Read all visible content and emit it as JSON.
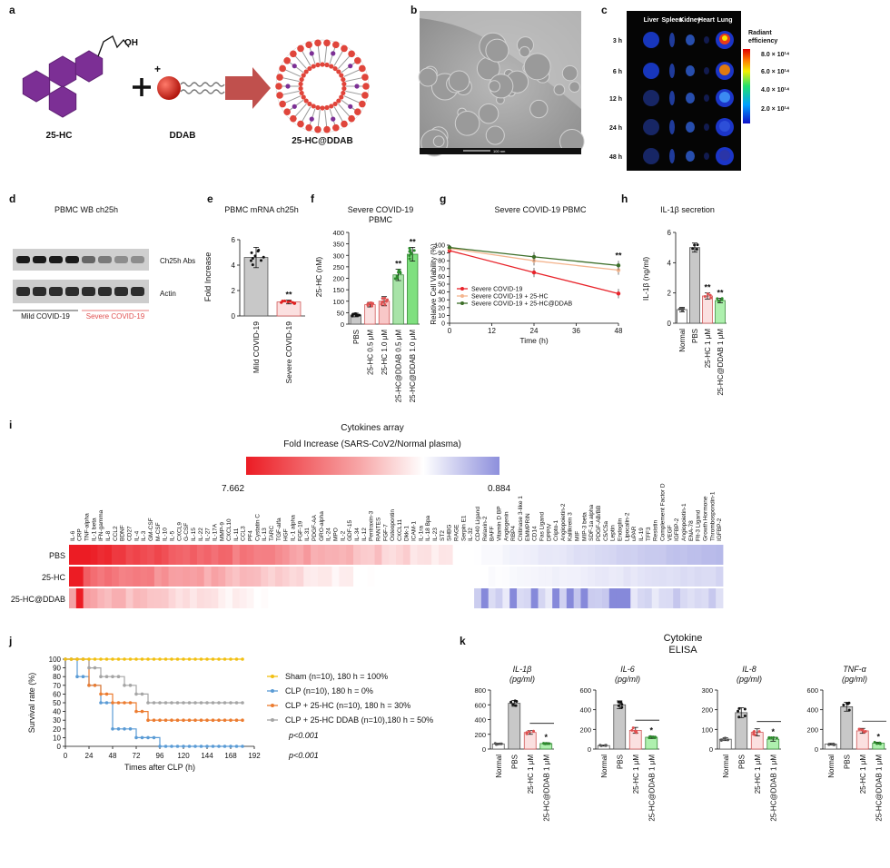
{
  "figure": {
    "panel_letters": [
      "a",
      "b",
      "c",
      "d",
      "e",
      "f",
      "g",
      "h",
      "i",
      "j",
      "k"
    ],
    "a": {
      "oh": "OH",
      "plus_charge": "+",
      "label_25hc": "25-HC",
      "label_ddab": "DDAB",
      "label_complex": "25-HC@DDAB"
    },
    "b": {
      "scale_label": "100 nm"
    },
    "c": {
      "organs": [
        "Liver",
        "Spleen",
        "Kidney",
        "Heart",
        "Lung"
      ],
      "times": [
        "3 h",
        "6 h",
        "12 h",
        "24 h",
        "48 h"
      ],
      "colorbar_title": "Radiant efficiency",
      "colorbar_ticks": [
        "8.0 × 10¹⁴",
        "6.0 × 10¹⁴",
        "4.0 × 10¹⁴",
        "2.0 × 10¹⁴"
      ]
    },
    "d": {
      "title": "PBMC WB ch25h",
      "band1": "Ch25h Abs",
      "band2": "Actin",
      "group1": "Mild COVID-19",
      "group2": "Severe COVID-19"
    },
    "i": {
      "title": "Cytokines array",
      "subtitle": "Fold Increase (SARS-CoV2/Normal plasma)",
      "max_label": "7.662",
      "min_label": "0.884",
      "rows": [
        "PBS",
        "25-HC",
        "25-HC@DDAB"
      ],
      "genes": [
        "IL-6",
        "CRP",
        "TNF-alpha",
        "IL-1 beta",
        "IFN-gamma",
        "IL-8",
        "CCL2",
        "BDNF",
        "CD27",
        "IL-4",
        "IL-3",
        "GM-CSF",
        "M-CSF",
        "IL-10",
        "IL-5",
        "CXCL9",
        "G-CSF",
        "IL-15",
        "IL-22",
        "IL-27",
        "IL-17A",
        "MMP-9",
        "CXCL10",
        "IL-11",
        "CCL3",
        "PF4",
        "Cystatin C",
        "IL-13",
        "TARC",
        "TGF-alfa",
        "HGF",
        "IL-1 alpha",
        "FGF-19",
        "IL-31",
        "PDGF-AA",
        "GRO-alpha",
        "IL-24",
        "MPO",
        "IL-2",
        "GDF-15",
        "IL-34",
        "IL-12",
        "Pentraxin-3",
        "RANTES",
        "FGF-7",
        "Osteopontin",
        "CXCL11",
        "Dkk-1",
        "ICAM-1",
        "IL-1ra",
        "IL-18 Bpa",
        "IL-23",
        "ST2",
        "SHBG",
        "RAGE",
        "Serpin E1",
        "IL-32",
        "CD40 Ligand",
        "Relaxin-2",
        "BAFF",
        "Vitamin D BP",
        "Angiogenin",
        "RBP4",
        "Chitinase 3-like 1",
        "EMMPRIN",
        "CD14",
        "Fas Ligand",
        "DPPIV",
        "Cripto-1",
        "Angiopoietin-2",
        "Kallikrein 3",
        "MIF",
        "MIP-3 beta",
        "SDF-1a alpha",
        "PDGF-AB/BB",
        "C5/C5a",
        "Leptin",
        "Endoglin",
        "Lipocalin-2",
        "uPAR",
        "IL-19",
        "TFF3",
        "Resistin",
        "Complement Factor D",
        "VEGF",
        "IGFBP-2",
        "Angiopoietin-1",
        "ENA-78",
        "Flt-3 Ligand",
        "Growth Hormone",
        "Thrombospondin-1",
        "IGFBP-2"
      ]
    },
    "k": {
      "title1": "Cytokine",
      "title2": "ELISA"
    }
  },
  "chart_data": [
    {
      "panel": "e",
      "type": "bar",
      "title": "PBMC mRNA ch25h",
      "ylabel": "Fold Increase",
      "categories": [
        "Mild COVID-19",
        "Severe COVID-19"
      ],
      "values": [
        4.6,
        1.1
      ],
      "errors": [
        0.8,
        0.15
      ],
      "ylim": [
        0,
        6
      ],
      "yticks": [
        0,
        2,
        4,
        6
      ],
      "significance": [
        "",
        "**"
      ]
    },
    {
      "panel": "f",
      "type": "bar",
      "title": "Severe COVID-19",
      "subtitle": "PBMC",
      "ylabel": "25-HC (nM)",
      "categories": [
        "PBS",
        "25-HC 0.5 μM",
        "25-HC 1.0 μM",
        "25-HC@DDAB 0.5 μM",
        "25-HC@DDAB 1.0 μM"
      ],
      "values": [
        40,
        85,
        100,
        215,
        305
      ],
      "errors": [
        8,
        10,
        20,
        25,
        30
      ],
      "ylim": [
        0,
        400
      ],
      "yticks": [
        0,
        50,
        100,
        150,
        200,
        250,
        300,
        350,
        400
      ],
      "significance": [
        "",
        "",
        "",
        "**",
        "**"
      ]
    },
    {
      "panel": "g",
      "type": "line",
      "title": "Severe COVID-19 PBMC",
      "xlabel": "Time (h)",
      "ylabel": "Relative Cell Viability (%)",
      "x": [
        0,
        24,
        48
      ],
      "xlim": [
        0,
        48
      ],
      "xticks": [
        0,
        12,
        24,
        36,
        48
      ],
      "ylim": [
        0,
        100
      ],
      "yticks": [
        0,
        10,
        20,
        30,
        40,
        50,
        60,
        70,
        80,
        90,
        100
      ],
      "series": [
        {
          "name": "Severe COVID-19",
          "values": [
            93,
            65,
            38
          ],
          "color": "#e8232a"
        },
        {
          "name": "Severe COVID-19 + 25-HC",
          "values": [
            96,
            80,
            68
          ],
          "color": "#f4b58f"
        },
        {
          "name": "Severe COVID-19 + 25-HC@DDAB",
          "values": [
            97,
            85,
            74
          ],
          "color": "#3c6e28"
        }
      ],
      "annotation": "**"
    },
    {
      "panel": "h",
      "type": "bar",
      "title": "IL-1β secretion",
      "ylabel": "IL-1β (ng/ml)",
      "categories": [
        "Normal",
        "PBS",
        "25-HC 1 μM",
        "25-HC@DDAB 1 μM"
      ],
      "values": [
        0.9,
        5.0,
        1.8,
        1.5
      ],
      "errors": [
        0.15,
        0.3,
        0.2,
        0.15
      ],
      "ylim": [
        0,
        6
      ],
      "yticks": [
        0,
        2,
        4,
        6
      ],
      "significance": [
        "",
        "",
        "**",
        "**"
      ]
    },
    {
      "panel": "i",
      "type": "heatmap",
      "title": "Cytokines array",
      "colorscale": {
        "max": 7.662,
        "min": 0.884
      }
    },
    {
      "panel": "j",
      "type": "line",
      "xlabel": "Times after CLP (h)",
      "ylabel": "Survival rate (%)",
      "xlim": [
        0,
        192
      ],
      "xticks": [
        0,
        24,
        48,
        72,
        96,
        120,
        144,
        168,
        192
      ],
      "ylim": [
        0,
        100
      ],
      "yticks": [
        0,
        10,
        20,
        30,
        40,
        50,
        60,
        70,
        80,
        90,
        100
      ],
      "series": [
        {
          "name": "Sham (n=10), 180 h = 100%",
          "color": "#f2c012",
          "times": [
            0,
            180
          ],
          "values": [
            100,
            100
          ]
        },
        {
          "name": "CLP (n=10), 180 h = 0%",
          "color": "#5a9bd5",
          "times": [
            0,
            12,
            24,
            36,
            48,
            60,
            72,
            84,
            96,
            180
          ],
          "values": [
            100,
            80,
            70,
            50,
            20,
            20,
            10,
            10,
            0,
            0
          ]
        },
        {
          "name": "CLP + 25-HC (n=10), 180 h = 30%",
          "color": "#ec7c30",
          "times": [
            0,
            24,
            36,
            48,
            60,
            72,
            84,
            180
          ],
          "values": [
            100,
            70,
            60,
            50,
            50,
            40,
            30,
            30
          ]
        },
        {
          "name": "CLP + 25-HC DDAB (n=10),180 h = 50%",
          "color": "#a5a5a5",
          "times": [
            0,
            24,
            36,
            60,
            72,
            84,
            180
          ],
          "values": [
            100,
            90,
            80,
            70,
            60,
            50,
            50
          ]
        }
      ],
      "annotations": [
        "p<0.001",
        "p<0.001"
      ]
    },
    {
      "panel": "k",
      "type": "bar",
      "subtitle": "IL-1β (pg/ml)",
      "categories": [
        "Normal",
        "PBS",
        "25-HC 1 μM",
        "25-HC@DDAB 1 μM"
      ],
      "values": [
        70,
        620,
        225,
        75
      ],
      "errors": [
        10,
        40,
        25,
        12
      ],
      "ylim": [
        0,
        800
      ],
      "yticks": [
        0,
        200,
        400,
        600,
        800
      ],
      "significance": [
        "",
        "",
        "",
        "*"
      ]
    },
    {
      "panel": "k",
      "type": "bar",
      "subtitle": "IL-6 (pg/ml)",
      "categories": [
        "Normal",
        "PBS",
        "25-HC 1 μM",
        "25-HC@DDAB 1 μM"
      ],
      "values": [
        35,
        450,
        190,
        120
      ],
      "errors": [
        5,
        40,
        30,
        12
      ],
      "ylim": [
        0,
        600
      ],
      "yticks": [
        0,
        200,
        400,
        600
      ],
      "significance": [
        "",
        "",
        "",
        "*"
      ]
    },
    {
      "panel": "k",
      "type": "bar",
      "subtitle": "IL-8 (pg/ml)",
      "categories": [
        "Normal",
        "PBS",
        "25-HC 1 μM",
        "25-HC@DDAB 1 μM"
      ],
      "values": [
        50,
        185,
        85,
        50
      ],
      "errors": [
        7,
        25,
        18,
        10
      ],
      "ylim": [
        0,
        300
      ],
      "yticks": [
        0,
        100,
        200,
        300
      ],
      "significance": [
        "",
        "",
        "",
        "*"
      ]
    },
    {
      "panel": "k",
      "type": "bar",
      "subtitle": "TNF-α (pg/ml)",
      "categories": [
        "Normal",
        "PBS",
        "25-HC 1 μM",
        "25-HC@DDAB 1 μM"
      ],
      "values": [
        50,
        430,
        185,
        60
      ],
      "errors": [
        8,
        45,
        25,
        10
      ],
      "ylim": [
        0,
        600
      ],
      "yticks": [
        0,
        200,
        400,
        600
      ],
      "significance": [
        "",
        "",
        "",
        "*"
      ]
    }
  ]
}
